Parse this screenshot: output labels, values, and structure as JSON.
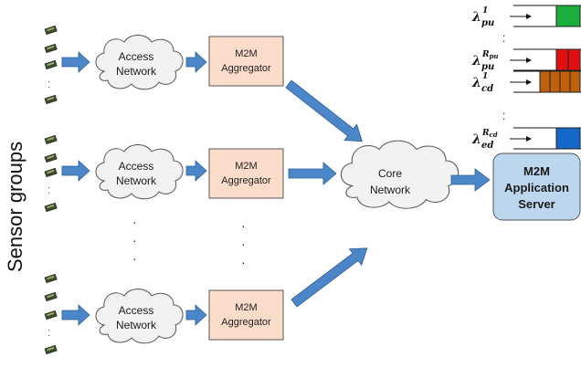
{
  "side_label": "Sensor groups",
  "clouds": {
    "access_top": [
      "Access",
      "Network"
    ],
    "access_mid": [
      "Access",
      "Network"
    ],
    "access_bot": [
      "Access",
      "Network"
    ],
    "core": [
      "Core",
      "Network"
    ]
  },
  "aggregators": {
    "top": [
      "M2M",
      "Aggregator"
    ],
    "mid": [
      "M2M",
      "Aggregator"
    ],
    "bot": [
      "M2M",
      "Aggregator"
    ]
  },
  "server": [
    "M2M",
    "Application",
    "Server"
  ],
  "queues": [
    {
      "base": "λ",
      "sub": "pu",
      "sup": "1",
      "color": "#1aae3c",
      "filled": 1
    },
    {
      "base": "λ",
      "sub": "pu",
      "sup": "R_pu",
      "color": "#e01010",
      "filled": 2
    },
    {
      "base": "λ",
      "sub": "cd",
      "sup": "1",
      "color": "#c0600c",
      "filled": 4
    },
    {
      "base": "λ",
      "sub": "ed",
      "sup": "R_cd",
      "color": "#1668c8",
      "filled": 1
    }
  ],
  "colors": {
    "arrow": "#4a86c8",
    "aggregator_fill": "#fbdccb",
    "server_fill": "#bcd6ee",
    "cloud_fill": "#f2f2f2"
  },
  "icons": [
    "sensor-icon",
    "cloud-icon",
    "arrow-icon"
  ]
}
